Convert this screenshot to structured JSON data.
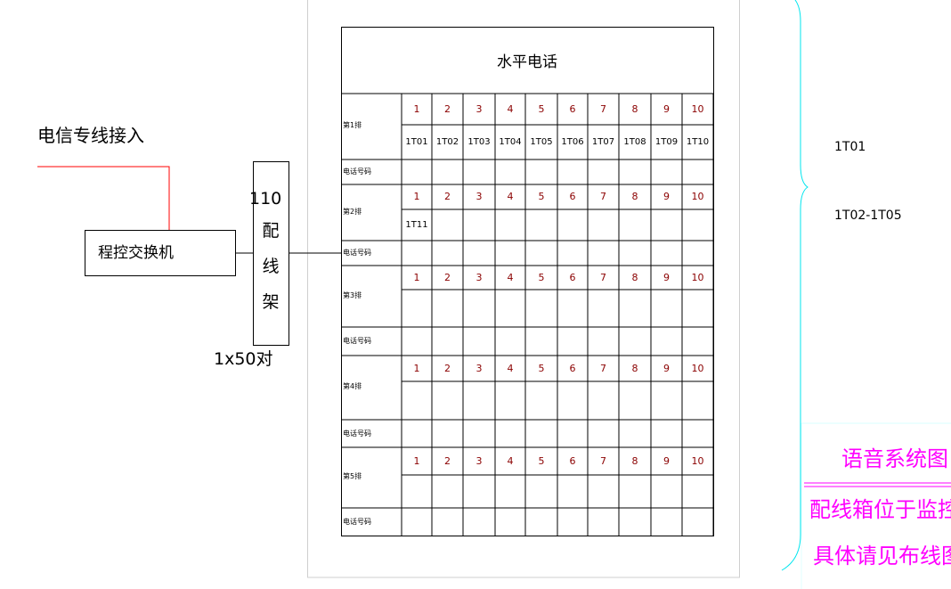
{
  "diagram": {
    "telecom_input_label": "电信专线接入",
    "pbx_label": "程控交换机",
    "distribution_frame": {
      "number": "110",
      "chars": [
        "配",
        "线",
        "架"
      ],
      "capacity": "1x50对"
    },
    "table": {
      "title": "水平电话",
      "column_numbers": [
        "1",
        "2",
        "3",
        "4",
        "5",
        "6",
        "7",
        "8",
        "9",
        "10"
      ],
      "row_number_label": "电话号码",
      "rows": [
        {
          "label": "第1排",
          "codes": [
            "1T01",
            "1T02",
            "1T03",
            "1T04",
            "1T05",
            "1T06",
            "1T07",
            "1T08",
            "1T09",
            "1T10"
          ]
        },
        {
          "label": "第2排",
          "codes": [
            "1T11"
          ]
        },
        {
          "label": "第3排",
          "codes": []
        },
        {
          "label": "第4排",
          "codes": []
        },
        {
          "label": "第5排",
          "codes": []
        }
      ]
    },
    "brace_labels": [
      "1T01",
      "1T02-1T05"
    ],
    "title_block": {
      "title": "语音系统图",
      "note_line1": "配线箱位于监控室",
      "note_line2": "具体请见布线图"
    },
    "colors": {
      "line": "#000000",
      "input_line": "#ff0000",
      "numbers": "#8b0000",
      "title_block": "#ff00ff",
      "brace": "#00ffff"
    }
  }
}
